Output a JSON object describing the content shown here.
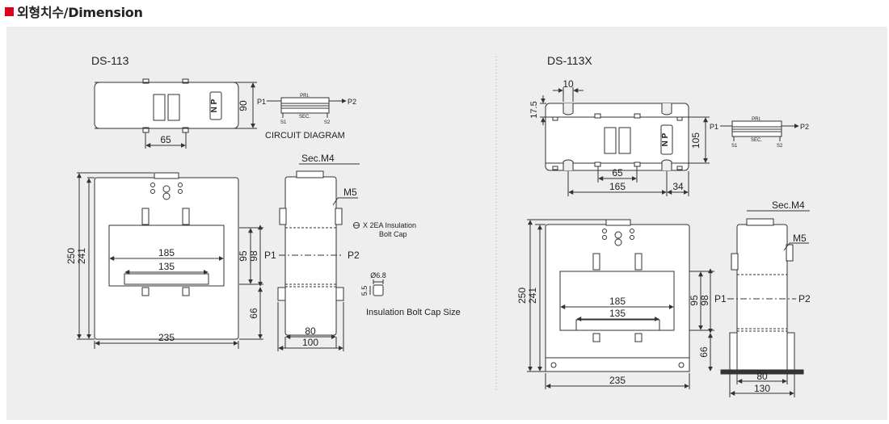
{
  "header": {
    "title": "외형치수/Dimension",
    "marker_color": "#e0001a"
  },
  "panel_bg": "#eeeeee",
  "left": {
    "model": "DS-113",
    "np_label": "N P",
    "dim_height": "90",
    "dim_width": "65",
    "circuit": {
      "p1": "P1",
      "p2": "P2",
      "pri": "PRI.",
      "sec": "SEC.",
      "s1": "S1",
      "s2": "S2",
      "caption": "CIRCUIT DIAGRAM"
    },
    "front": {
      "h_outer": "250",
      "h_inner": "241",
      "w_window": "185",
      "w_bar": "135",
      "w_total": "235"
    },
    "side": {
      "sec_m4": "Sec.M4",
      "m5": "M5",
      "h95": "95",
      "h98": "98",
      "h66": "66",
      "w80": "80",
      "w100": "100",
      "p1": "P1",
      "p2": "P2"
    },
    "cap": {
      "note": "X 2EA Insulation",
      "note2": "Bolt Cap",
      "dia": "Ø6.8",
      "height": "5.5",
      "caption": "Insulation Bolt Cap Size"
    }
  },
  "right": {
    "model": "DS-113X",
    "np_label": "N P",
    "dim_slot": "10",
    "dim_17": "17.5",
    "dim_height": "105",
    "dim_65": "65",
    "dim_165": "165",
    "dim_34": "34",
    "circuit": {
      "p1": "P1",
      "p2": "P2",
      "pri": "PRI.",
      "sec": "SEC.",
      "s1": "S1",
      "s2": "S2"
    },
    "front": {
      "h_outer": "250",
      "h_inner": "241",
      "w_window": "185",
      "w_bar": "135",
      "w_total": "235"
    },
    "side": {
      "sec_m4": "Sec.M4",
      "m5": "M5",
      "h95": "95",
      "h98": "98",
      "h66": "66",
      "w80": "80",
      "w130": "130",
      "p1": "P1",
      "p2": "P2"
    }
  }
}
